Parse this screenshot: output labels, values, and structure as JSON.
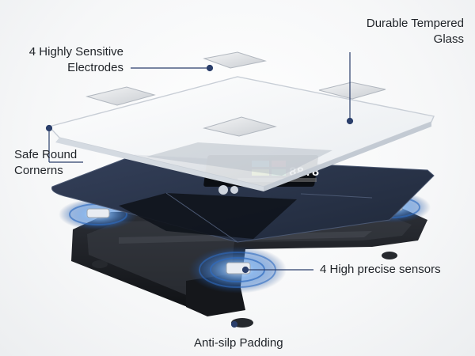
{
  "callouts": {
    "glass": {
      "line1": "Durable Tempered",
      "line2": "Glass"
    },
    "electrodes": {
      "line1": "4 Highly Sensitive",
      "line2": "Electrodes"
    },
    "corners": {
      "line1": "Safe Round",
      "line2": "Cornerns"
    },
    "sensors": {
      "text": "4 High precise sensors"
    },
    "padding": {
      "text": "Anti-silp Padding"
    }
  },
  "display": {
    "weight_readout": "88.8"
  },
  "colors": {
    "callout_line": "#2b3f6b",
    "callout_dot": "#2b3f6b",
    "platform": "#2a3447",
    "base": "#1c1f24",
    "sensor_glow": "#3a78c8"
  }
}
